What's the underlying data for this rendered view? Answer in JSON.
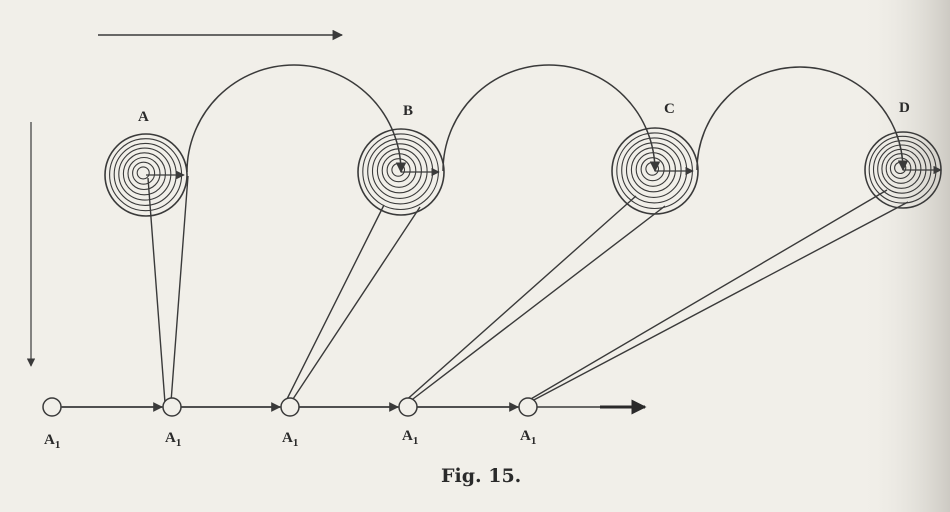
{
  "figure": {
    "caption": "Fig. 15.",
    "spirals": [
      {
        "label": "A"
      },
      {
        "label": "B"
      },
      {
        "label": "C"
      },
      {
        "label": "D"
      }
    ],
    "ground_points": [
      {
        "label": "A",
        "subscript": "1"
      },
      {
        "label": "A",
        "subscript": "1"
      },
      {
        "label": "A",
        "subscript": "1"
      },
      {
        "label": "A",
        "subscript": "1"
      },
      {
        "label": "A",
        "subscript": "1"
      }
    ]
  },
  "colors": {
    "ink": "#3a3a3a",
    "paper": "#f1efe9"
  }
}
